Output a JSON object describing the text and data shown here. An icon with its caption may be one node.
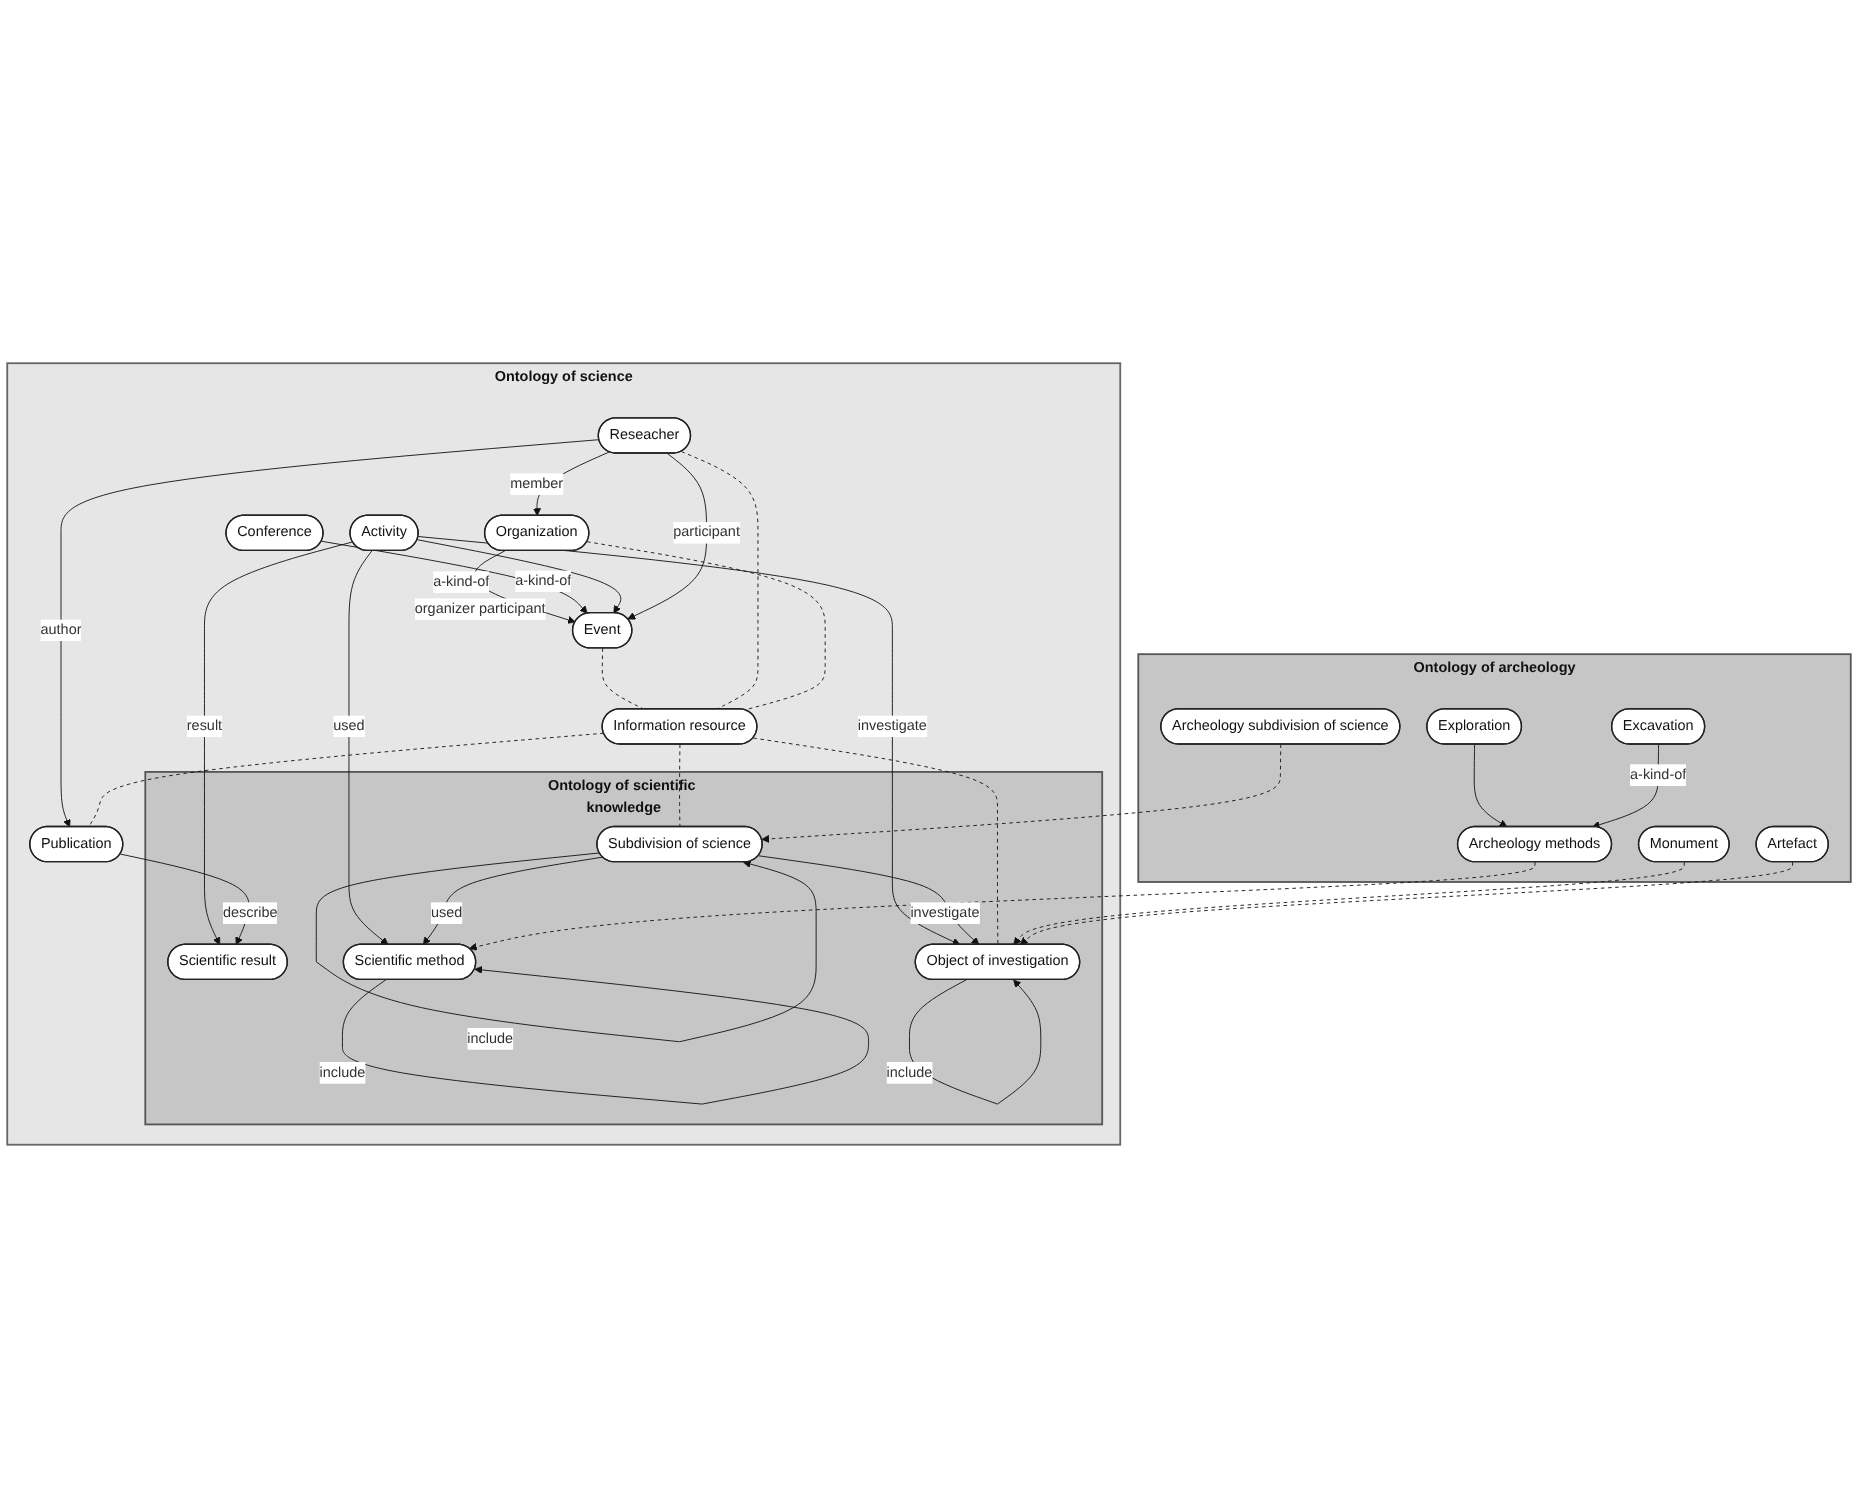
{
  "diagram": {
    "nodes": [
      {
        "text": [
          "Ontology of science"
        ]
      },
      {
        "text": [
          "Event"
        ],
        "in": 0
      },
      {
        "text": [
          "Organization"
        ],
        "in": 0
      },
      {
        "text": [
          "Conference"
        ],
        "in": 0
      },
      {
        "text": [
          "Reseacher"
        ],
        "in": 0
      },
      {
        "text": [
          "Activity"
        ],
        "in": 0
      },
      {
        "text": [
          "Information resource"
        ],
        "in": 0
      },
      {
        "text": [
          "Publication"
        ],
        "in": 0
      },
      {
        "text": [
          "Ontology of scientific knowledge"
        ],
        "in": 0
      },
      {
        "text": [
          "Scientific result"
        ],
        "in": 8
      },
      {
        "text": [
          "Scientific method"
        ],
        "in": 8
      },
      {
        "text": [
          "Subdivision of science"
        ],
        "in": 8
      },
      {
        "text": [
          "Object of investigation"
        ],
        "in": 8
      },
      {
        "text": [
          "Ontology of archeology"
        ]
      },
      {
        "text": [
          "Archeology methods"
        ],
        "in": 13
      },
      {
        "text": [
          "Archeology subdivision of science"
        ],
        "in": 13
      },
      {
        "text": [
          "Monument"
        ],
        "in": 13
      },
      {
        "text": [
          "Artefact"
        ],
        "in": 13
      },
      {
        "text": [
          "Excavation"
        ],
        "in": 13
      },
      {
        "text": [
          "Exploration"
        ],
        "in": 13
      }
    ],
    "edges": [
      {
        "from": 2,
        "to": 1,
        "arrow": "to",
        "label": "organizer participant"
      },
      {
        "from": 3,
        "to": 1,
        "arrow": "to",
        "label": "a-kind-of"
      },
      {
        "from": 5,
        "to": 1,
        "arrow": "to",
        "label": "a-kind-of"
      },
      {
        "from": 4,
        "to": 1,
        "arrow": "to",
        "label": "participant"
      },
      {
        "from": 4,
        "to": 2,
        "arrow": "to",
        "label": "member"
      },
      {
        "from": 4,
        "to": 7,
        "arrow": "to",
        "label": "author"
      },
      {
        "from": 5,
        "to": 9,
        "arrow": "to",
        "label": "result"
      },
      {
        "from": 5,
        "to": 10,
        "arrow": "to",
        "label": "used"
      },
      {
        "from": 5,
        "to": 12,
        "arrow": "to",
        "label": "investigate"
      },
      {
        "from": 7,
        "to": 9,
        "arrow": "to",
        "label": "describe"
      },
      {
        "from": 10,
        "to": 10,
        "arrow": "to",
        "label": "include"
      },
      {
        "from": 11,
        "to": 11,
        "arrow": "to",
        "label": "include"
      },
      {
        "from": 12,
        "to": 12,
        "arrow": "to",
        "label": "include"
      },
      {
        "from": 11,
        "to": 10,
        "arrow": "to",
        "label": "used"
      },
      {
        "from": 11,
        "to": 12,
        "arrow": "to",
        "label": "investigate"
      },
      {
        "from": 1,
        "to": 6,
        "arrow": "none",
        "style": "dashed"
      },
      {
        "from": 4,
        "to": 6,
        "arrow": "none",
        "style": "dashed"
      },
      {
        "from": 2,
        "to": 6,
        "arrow": "none",
        "style": "dashed"
      },
      {
        "from": 6,
        "to": 7,
        "arrow": "none",
        "style": "dashed"
      },
      {
        "from": 6,
        "to": 11,
        "arrow": "none",
        "style": "dashed"
      },
      {
        "from": 6,
        "to": 12,
        "arrow": "none",
        "style": "dashed"
      },
      {
        "from": 16,
        "to": 12,
        "arrow": "to",
        "style": "dashed"
      },
      {
        "from": 17,
        "to": 12,
        "arrow": "to",
        "style": "dashed"
      },
      {
        "from": 14,
        "to": 10,
        "arrow": "to",
        "style": "dashed"
      },
      {
        "from": 15,
        "to": 11,
        "arrow": "to",
        "style": "dashed"
      },
      {
        "from": 19,
        "to": 14,
        "arrow": "to"
      },
      {
        "from": 18,
        "to": 14,
        "arrow": "to",
        "label": "a-kind-of"
      }
    ]
  }
}
